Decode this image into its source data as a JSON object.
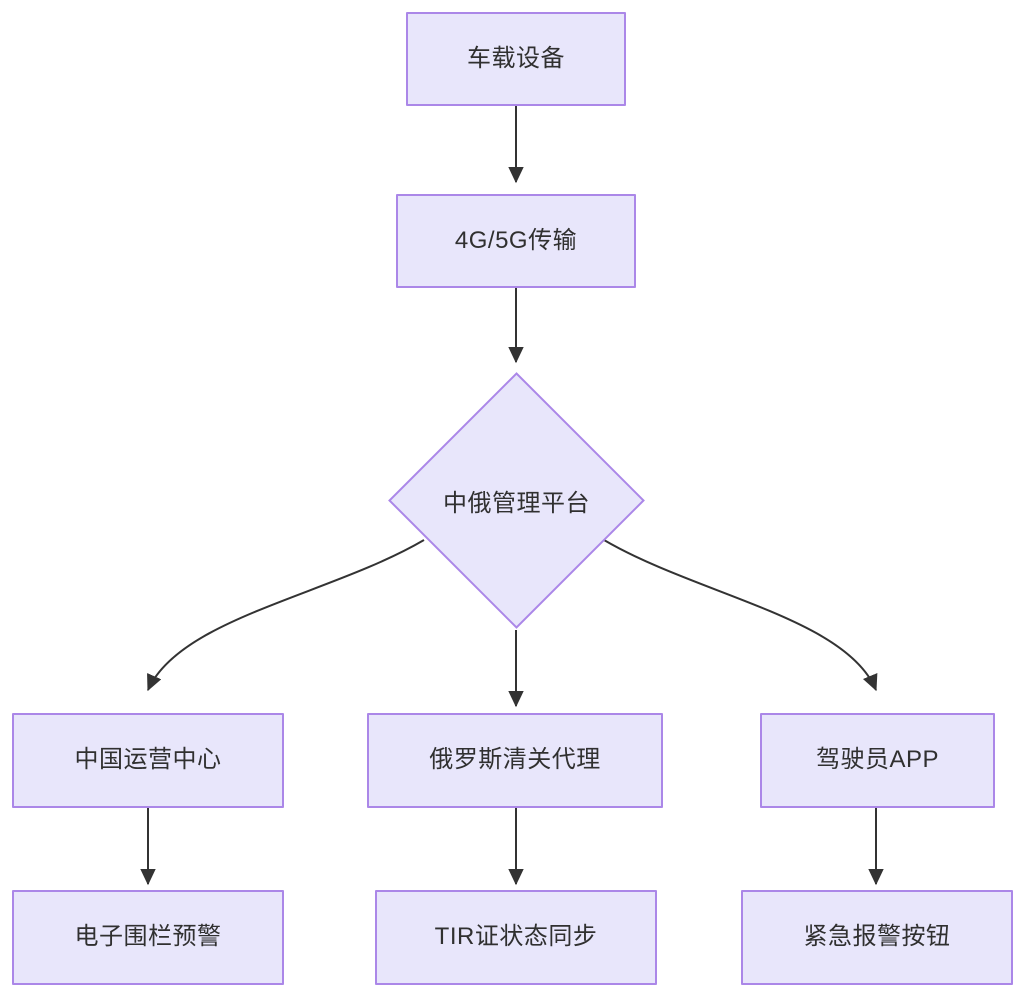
{
  "diagram": {
    "type": "flowchart",
    "direction": "top-down",
    "background_color": "#ffffff",
    "node_fill_color": "#e8e6fb",
    "node_border_color": "#ab87e8",
    "edge_color": "#333333",
    "text_color": "#303030",
    "nodes": [
      {
        "id": "n1",
        "label": "车载设备",
        "shape": "rectangle"
      },
      {
        "id": "n2",
        "label": "4G/5G传输",
        "shape": "rectangle"
      },
      {
        "id": "n3",
        "label": "中俄管理平台",
        "shape": "diamond"
      },
      {
        "id": "n4",
        "label": "中国运营中心",
        "shape": "rectangle"
      },
      {
        "id": "n5",
        "label": "俄罗斯清关代理",
        "shape": "rectangle"
      },
      {
        "id": "n6",
        "label": "驾驶员APP",
        "shape": "rectangle"
      },
      {
        "id": "n7",
        "label": "电子围栏预警",
        "shape": "rectangle"
      },
      {
        "id": "n8",
        "label": "TIR证状态同步",
        "shape": "rectangle"
      },
      {
        "id": "n9",
        "label": "紧急报警按钮",
        "shape": "rectangle"
      }
    ],
    "edges": [
      {
        "from": "n1",
        "to": "n2",
        "style": "straight-arrow"
      },
      {
        "from": "n2",
        "to": "n3",
        "style": "straight-arrow"
      },
      {
        "from": "n3",
        "to": "n4",
        "style": "curved-arrow"
      },
      {
        "from": "n3",
        "to": "n5",
        "style": "straight-arrow"
      },
      {
        "from": "n3",
        "to": "n6",
        "style": "curved-arrow"
      },
      {
        "from": "n4",
        "to": "n7",
        "style": "straight-arrow"
      },
      {
        "from": "n5",
        "to": "n8",
        "style": "straight-arrow"
      },
      {
        "from": "n6",
        "to": "n9",
        "style": "straight-arrow"
      }
    ]
  }
}
